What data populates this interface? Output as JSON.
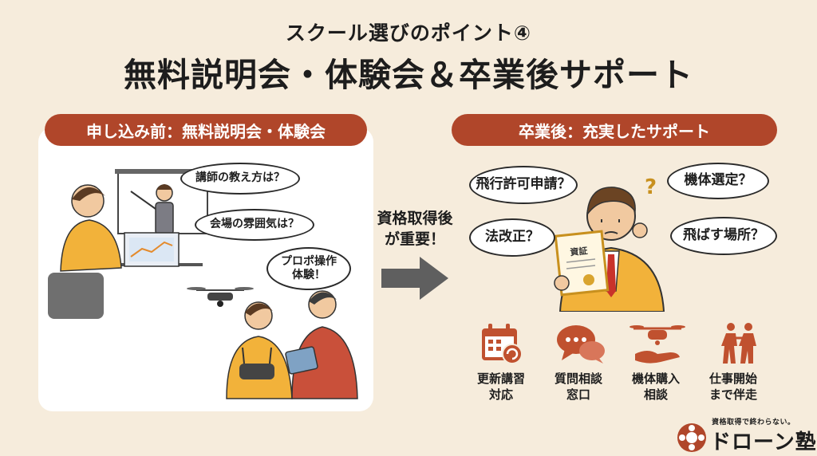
{
  "header": {
    "subtitle": "スクール選びのポイント④",
    "title": "無料説明会・体験会＆卒業後サポート"
  },
  "left_section": {
    "label": "申し込み前：無料説明会・体験会",
    "bubbles": [
      "講師の教え方は？",
      "会場の雰囲気は？",
      "プロポ操作",
      "体験！"
    ]
  },
  "middle": {
    "line1": "資格取得後",
    "line2": "が重要！"
  },
  "right_section": {
    "label": "卒業後：充実したサポート",
    "bubbles": [
      "飛行許可申請？",
      "機体選定？",
      "法改正？",
      "飛ばす場所？"
    ],
    "certificate_label": "資証"
  },
  "support_items": [
    {
      "icon": "calendar-refresh-icon",
      "line1": "更新講習",
      "line2": "対応"
    },
    {
      "icon": "chat-bubbles-icon",
      "line1": "質問相談",
      "line2": "窓口"
    },
    {
      "icon": "drone-hand-icon",
      "line1": "機体購入",
      "line2": "相談"
    },
    {
      "icon": "people-walking-icon",
      "line1": "仕事開始",
      "line2": "まで伴走"
    }
  ],
  "brand": {
    "tagline": "資格取得で終わらない。",
    "name": "ドローン塾"
  },
  "colors": {
    "accent": "#b0462a",
    "background": "#f6ecdc",
    "icon": "#c0512f"
  }
}
